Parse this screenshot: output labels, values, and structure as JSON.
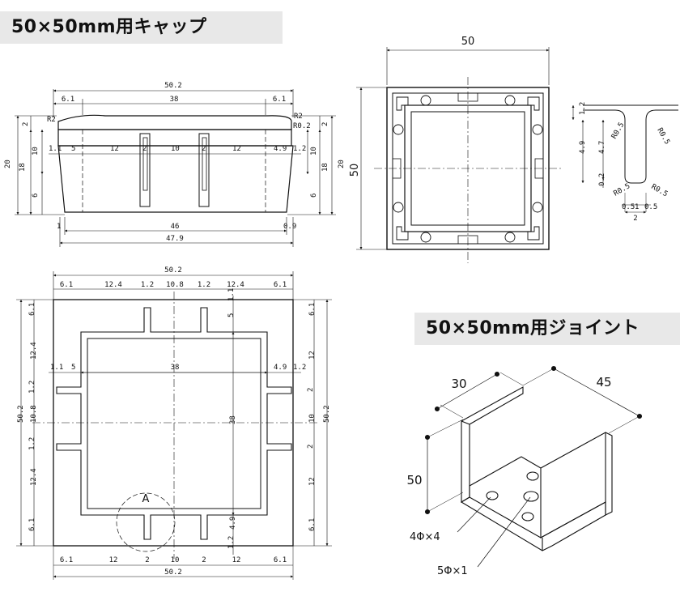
{
  "titles": {
    "cap": "50×50mm用キャップ",
    "joint": "50×50mm用ジョイント"
  },
  "side_view": {
    "top_total": "50.2",
    "top_left": "6.1",
    "top_mid": "38",
    "top_right": "6.1",
    "radius_left": "R2",
    "radius_right": "R2",
    "radius_right2": "R0.2",
    "h_total": "20",
    "h_18": "18",
    "h_2": "2",
    "h_10": "10",
    "h_6": "6",
    "h_total_r": "20",
    "h_18_r": "18",
    "h_2_r": "2",
    "h_10_r": "10",
    "h_6_r": "6",
    "row_11": "1.1",
    "row_5": "5",
    "row_12a": "12",
    "row_2a": "2",
    "row_10": "10",
    "row_2b": "2",
    "row_12b": "12",
    "row_49": "4.9",
    "row_12": "1.2",
    "bot_1": "1",
    "bot_46": "46",
    "bot_09": "0.9",
    "bot_479": "47.9"
  },
  "profile_view": {
    "width": "50",
    "height": "50"
  },
  "detail_view": {
    "d_12": "1.2",
    "d_49": "4.9",
    "d_47": "4.7",
    "d_02": "0.2",
    "r05a": "R0.5",
    "r05b": "R0.5",
    "r05c": "R0.5",
    "r05d": "R0.5",
    "w_05a": "0.5",
    "w_1": "1",
    "w_05b": "0.5",
    "w_2": "2"
  },
  "top_view": {
    "top_total": "50.2",
    "top_61a": "6.1",
    "top_124a": "12.4",
    "top_12a": "1.2",
    "top_108": "10.8",
    "top_12b": "1.2",
    "top_124b": "12.4",
    "top_61b": "6.1",
    "inner_11": "1.1",
    "inner_5": "5",
    "inner_38": "38",
    "inner_49": "4.9",
    "inner_12": "1.2",
    "v_38": "38",
    "v_5": "5",
    "v_11": "1.1",
    "v_49": "4.9",
    "v_12": "1.2",
    "detail_A": "A",
    "left_61a": "6.1",
    "left_124a": "12.4",
    "left_12a": "1.2",
    "left_108": "10.8",
    "left_12b": "1.2",
    "left_124b": "12.4",
    "left_61b": "6.1",
    "left_total": "50.2",
    "right_61a": "6.1",
    "right_12a": "12",
    "right_2a": "2",
    "right_10": "10",
    "right_2b": "2",
    "right_12b": "12",
    "right_61b": "6.1",
    "right_total": "50.2",
    "bot_61a": "6.1",
    "bot_12a": "12",
    "bot_2a": "2",
    "bot_10": "10",
    "bot_2b": "2",
    "bot_12b": "12",
    "bot_61b": "6.1",
    "bot_total": "50.2"
  },
  "joint": {
    "dim_30": "30",
    "dim_45": "45",
    "dim_50": "50",
    "hole_4": "4Φ×4",
    "hole_5": "5Φ×1"
  }
}
